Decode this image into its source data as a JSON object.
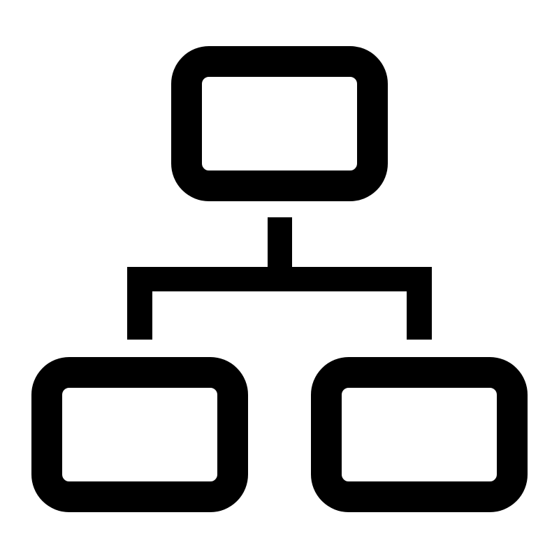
{
  "diagram": {
    "type": "hierarchy-icon",
    "icon_name": "sitemap-icon",
    "stroke_color": "#000000",
    "fill_color": "#ffffff",
    "background_color": "#ffffff",
    "nodes": [
      {
        "id": "root",
        "label": ""
      },
      {
        "id": "child-left",
        "label": ""
      },
      {
        "id": "child-right",
        "label": ""
      }
    ],
    "edges": [
      {
        "from": "root",
        "to": "child-left"
      },
      {
        "from": "root",
        "to": "child-right"
      }
    ]
  }
}
